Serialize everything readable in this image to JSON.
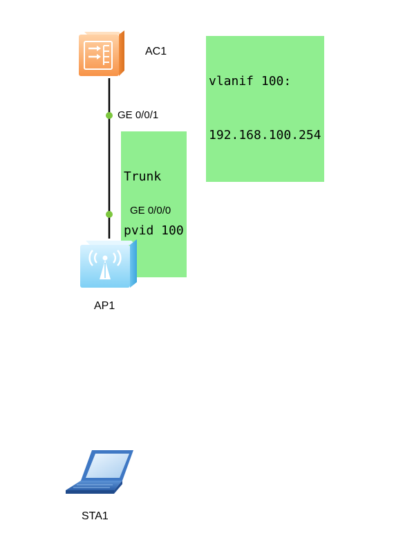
{
  "devices": {
    "ac": {
      "name": "AC1",
      "icon": "access-controller-icon"
    },
    "ap": {
      "name": "AP1",
      "icon": "wireless-access-point-icon"
    },
    "sta": {
      "name": "STA1",
      "icon": "laptop-icon"
    }
  },
  "link": {
    "ac_port": "GE 0/0/1",
    "ap_port": "GE 0/0/0",
    "color": "#000000",
    "port_dot_color": "#7cc63e"
  },
  "notes": {
    "vlanif": {
      "line1": "vlanif 100:",
      "line2": "192.168.100.254"
    },
    "trunk": {
      "line1": "Trunk",
      "line2": "pvid 100"
    },
    "background": "#90ee90"
  }
}
